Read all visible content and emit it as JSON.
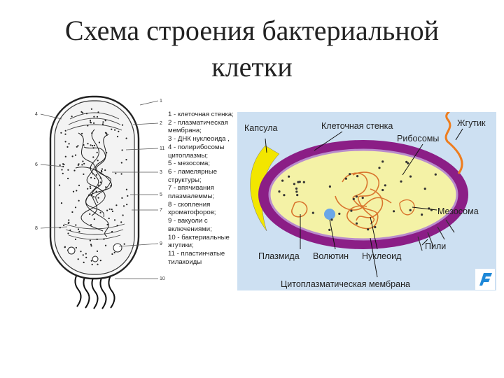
{
  "title": {
    "line1": "Схема строения бактериальной",
    "line2": "клетки"
  },
  "legend": [
    "1 - клеточная стенка;",
    "2 - плазматическая мембрана;",
    "3 - ДНК нуклеоида ,",
    "4 - полирибосомы цитоплазмы;",
    "5 - мезосома;",
    "6 - ламелярные структуры;",
    "7 - впячивания плазмалеммы;",
    "8 - скопления хроматофоров;",
    "9 - вакуоли с включениями;",
    "10 - бактериальные жгутики;",
    "11 - пластинчатые тилакоиды"
  ],
  "left_callouts": {
    "left": [
      "4",
      "6",
      "8"
    ],
    "right": [
      "1",
      "2",
      "11",
      "3",
      "5",
      "7",
      "9",
      "10"
    ]
  },
  "right_labels": {
    "capsule": "Капсула",
    "cell_wall": "Клеточная стенка",
    "flagellum": "Жгутик",
    "ribosomes": "Рибосомы",
    "mesosome": "Мезосома",
    "pili": "Пили",
    "plasmid": "Плазмида",
    "volutin": "Волютин",
    "nucleoid": "Нуклеоид",
    "membrane": "Цитоплазматическая мембрана"
  },
  "colors": {
    "capsule": "#f2e600",
    "cell_wall": "#8b1e86",
    "cytoplasm": "#f4f2a6",
    "flagellum": "#ee7d1e",
    "nucleoid": "#d9752e",
    "volutin": "#6aa7e8",
    "background": "#cde0f2"
  },
  "logo_icon": "f-logo-icon"
}
